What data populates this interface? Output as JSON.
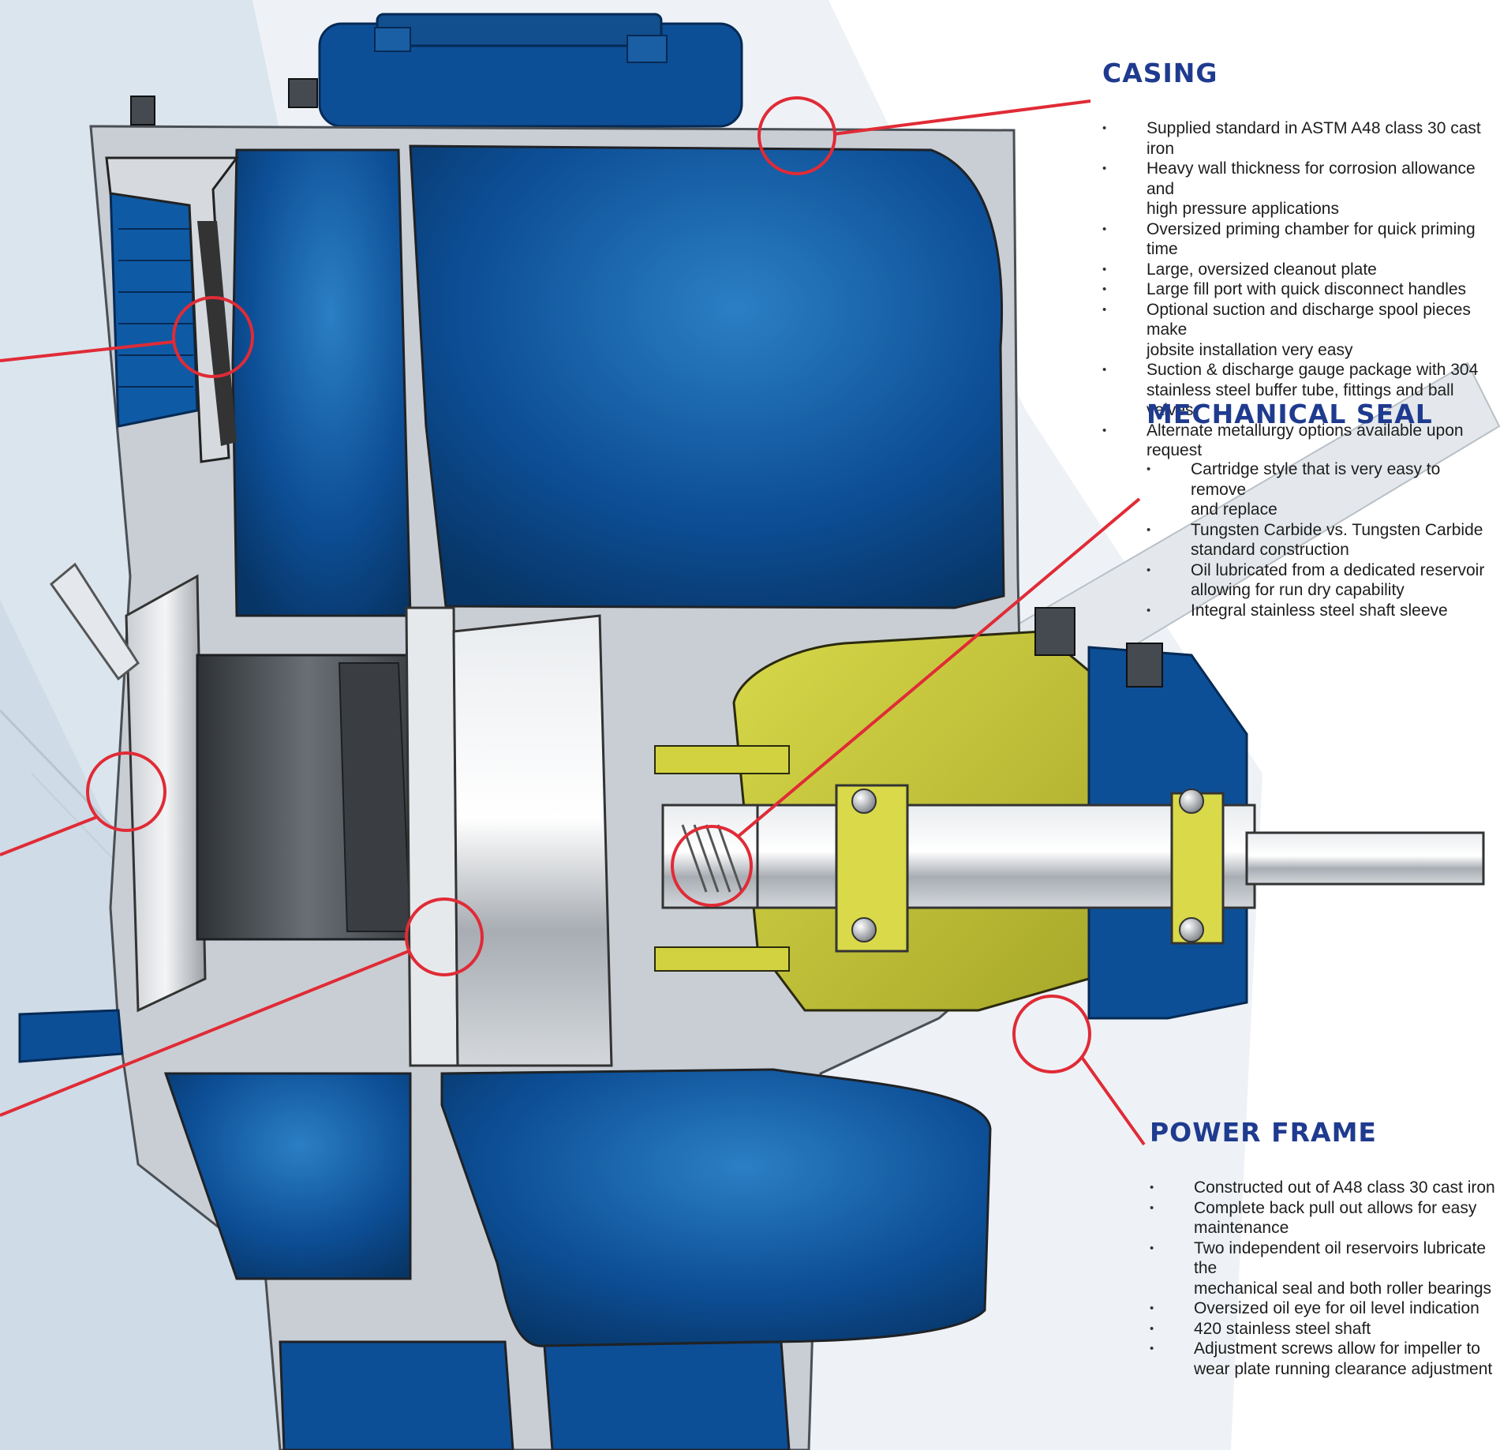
{
  "colors": {
    "casing_blue": "#0d4f97",
    "casing_blue_dark": "#08386f",
    "metal_light": "#d9dde2",
    "metal_dark": "#555a60",
    "seal_yellow": "#c6c639",
    "callout_red": "#e02b36",
    "heading_blue": "#1f3b8f",
    "background_gray": "#d6e0ea"
  },
  "sections": {
    "casing": {
      "title": "CASING",
      "items": [
        "Supplied standard in ASTM A48 class 30 cast iron",
        "Heavy wall thickness for corrosion allowance and\nhigh pressure applications",
        "Oversized priming chamber for quick priming time",
        "Large, oversized cleanout plate",
        "Large fill port with quick disconnect handles",
        "Optional suction and discharge spool pieces make\njobsite installation very easy",
        "Suction & discharge gauge package with 304\nstainless steel buffer tube, fittings and ball valves",
        "Alternate metallurgy options available upon request"
      ]
    },
    "seal": {
      "title": "MECHANICAL SEAL",
      "items": [
        "Cartridge style that is very easy to remove\nand replace",
        "Tungsten Carbide vs. Tungsten Carbide\nstandard construction",
        "Oil lubricated from a dedicated reservoir\nallowing for run dry capability",
        "Integral stainless steel shaft sleeve"
      ]
    },
    "power": {
      "title": "POWER FRAME",
      "items": [
        "Constructed out of A48 class 30 cast iron",
        "Complete back pull out allows for easy\nmaintenance",
        "Two independent oil reservoirs lubricate the\nmechanical seal and both roller bearings",
        "Oversized oil eye for oil level indication",
        "420 stainless steel shaft",
        "Adjustment screws allow for impeller to\nwear plate running clearance adjustment"
      ]
    }
  }
}
